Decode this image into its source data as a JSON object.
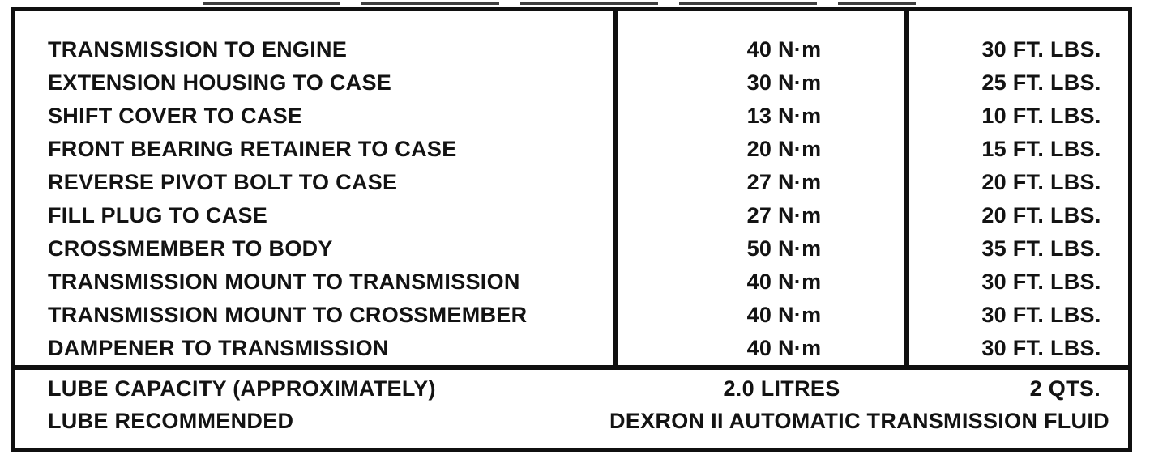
{
  "table": {
    "torque_rows": [
      {
        "label": "TRANSMISSION TO ENGINE",
        "metric": "40 N·m",
        "imperial": "30 FT. LBS."
      },
      {
        "label": "EXTENSION HOUSING TO CASE",
        "metric": "30 N·m",
        "imperial": "25 FT. LBS."
      },
      {
        "label": "SHIFT COVER TO CASE",
        "metric": "13 N·m",
        "imperial": "10 FT. LBS."
      },
      {
        "label": "FRONT BEARING RETAINER TO CASE",
        "metric": "20 N·m",
        "imperial": "15 FT. LBS."
      },
      {
        "label": "REVERSE PIVOT BOLT TO CASE",
        "metric": "27 N·m",
        "imperial": "20 FT. LBS."
      },
      {
        "label": "FILL PLUG TO CASE",
        "metric": "27 N·m",
        "imperial": "20 FT. LBS."
      },
      {
        "label": "CROSSMEMBER TO BODY",
        "metric": "50 N·m",
        "imperial": "35 FT. LBS."
      },
      {
        "label": "TRANSMISSION MOUNT TO TRANSMISSION",
        "metric": "40 N·m",
        "imperial": "30 FT. LBS."
      },
      {
        "label": "TRANSMISSION MOUNT TO CROSSMEMBER",
        "metric": "40 N·m",
        "imperial": "30 FT. LBS."
      },
      {
        "label": "DAMPENER TO TRANSMISSION",
        "metric": "40 N·m",
        "imperial": "30 FT. LBS."
      }
    ],
    "lube_capacity": {
      "label": "LUBE CAPACITY (APPROXIMATELY)",
      "metric": "2.0 LITRES",
      "imperial": "2 QTS."
    },
    "lube_recommended": {
      "label": "LUBE RECOMMENDED",
      "value": "DEXRON II AUTOMATIC TRANSMISSION FLUID"
    },
    "ink_color": "#101010"
  }
}
